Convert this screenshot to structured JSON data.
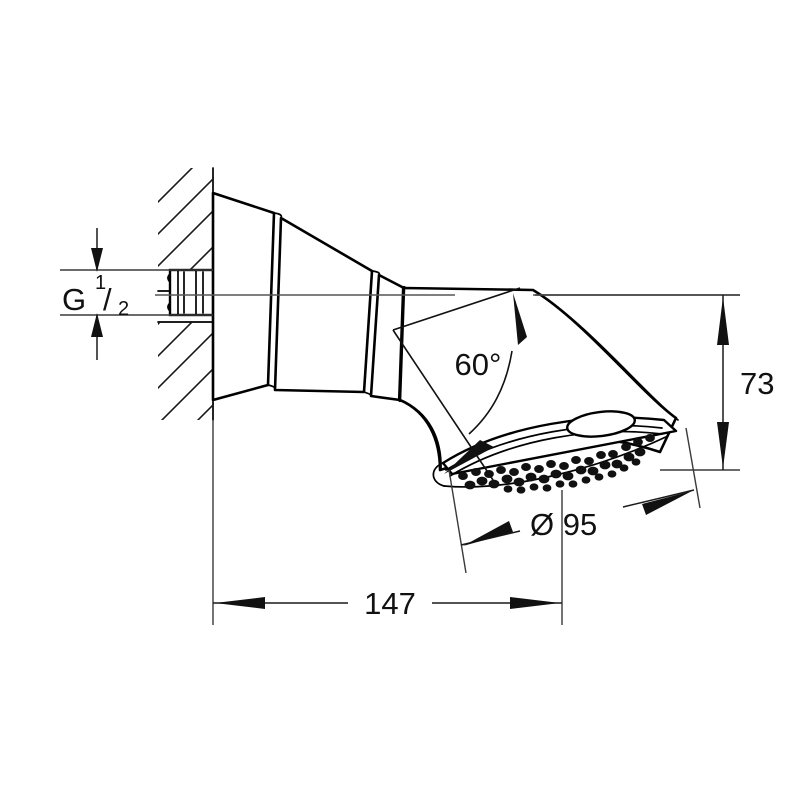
{
  "drawing": {
    "kind": "technical-dimension-drawing",
    "subject": "wall-mounted shower head side elevation",
    "background_color": "#ffffff",
    "line_color": "#000000",
    "dimension_line_color": "#1a1a1a",
    "axis_color": "#555555"
  },
  "dimensions": {
    "thread": {
      "name": "thread-size",
      "prefix": "G",
      "numerator": "1",
      "slash": "/",
      "denominator": "2",
      "full": "G 1/2"
    },
    "angle": {
      "name": "spray-angle",
      "value": "60",
      "unit": "°",
      "full": "60°"
    },
    "diameter": {
      "name": "face-diameter",
      "symbol": "Ø",
      "value": "95",
      "full": "Ø 95"
    },
    "height": {
      "name": "overall-height",
      "value": "73"
    },
    "projection": {
      "name": "wall-projection",
      "value": "147"
    }
  },
  "annotations": {
    "wall_hatch": "wall-section-hatching",
    "thread_nipple": "threaded-inlet-nipple",
    "center_axis": "horizontal-center-axis",
    "spray_face": "spray-face-nozzle-pattern"
  }
}
